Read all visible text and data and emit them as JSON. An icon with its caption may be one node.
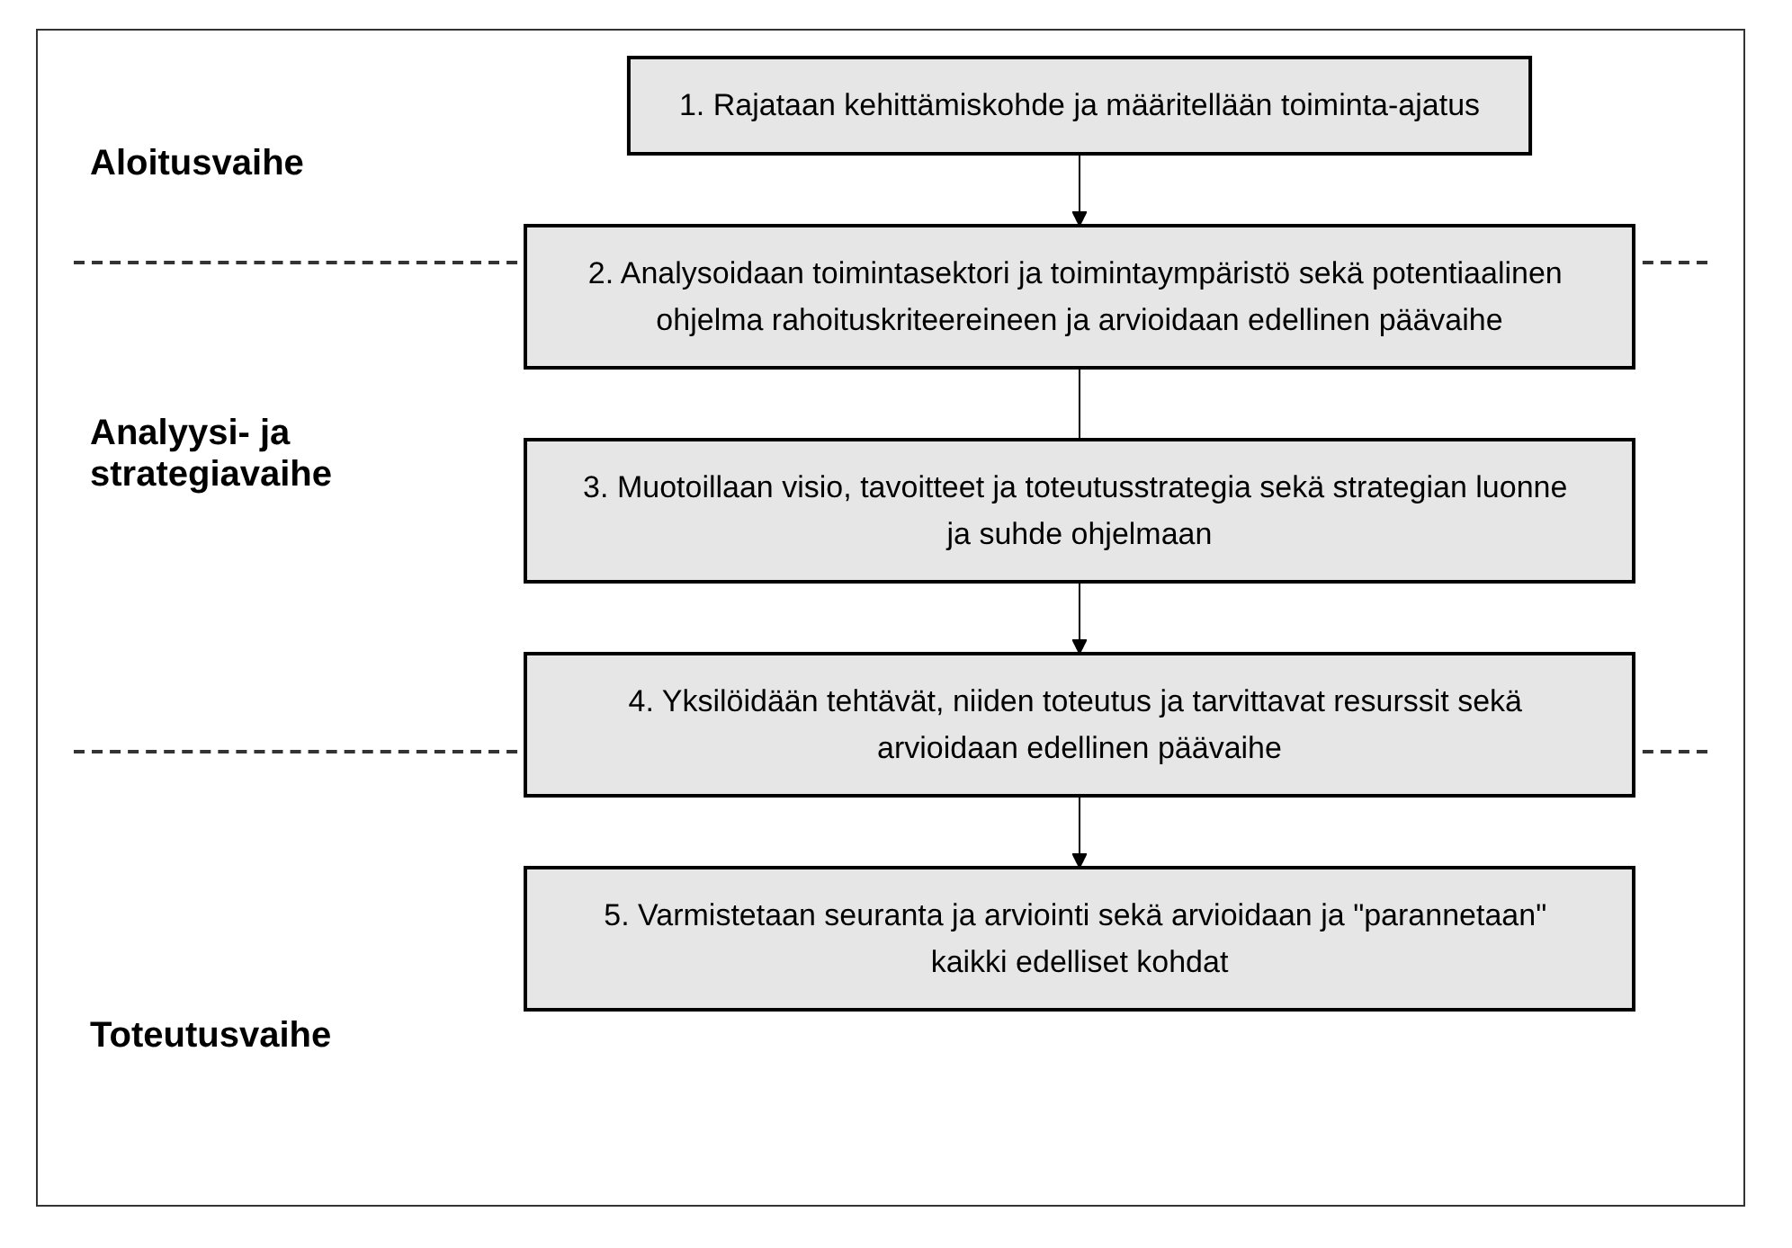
{
  "diagram": {
    "nodes": [
      {
        "text": [
          "1. Rajataan kehittämiskohde ja määritellään toiminta-ajatus"
        ]
      },
      {
        "text": [
          "2. Analysoidaan toimintasektori ja toimintaympäristö sekä potentiaalinen ohjelma rahoituskriteereineen ja arvioidaan edellinen päävaihe"
        ]
      },
      {
        "text": [
          "3. Muotoillaan visio, tavoitteet ja toteutusstrategia sekä strategian luonne ja suhde ohjelmaan"
        ]
      },
      {
        "text": [
          "4. Yksilöidään tehtävät, niiden toteutus ja tarvittavat resurssit sekä arvioidaan edellinen päävaihe"
        ]
      },
      {
        "text": [
          "5. Varmistetaan seuranta ja arviointi sekä arvioidaan ja \"parannetaan\" kaikki edelliset kohdat"
        ]
      }
    ],
    "edges": [
      {
        "from": 0,
        "to": 1,
        "arrow": "to"
      },
      {
        "from": 1,
        "to": 2,
        "arrow": "none"
      },
      {
        "from": 2,
        "to": 3,
        "arrow": "to"
      },
      {
        "from": 3,
        "to": 4,
        "arrow": "to"
      }
    ],
    "labels": [
      "Aloitusvaihe",
      "Analyysi- ja strategiavaihe",
      "Toteutusvaihe"
    ]
  }
}
